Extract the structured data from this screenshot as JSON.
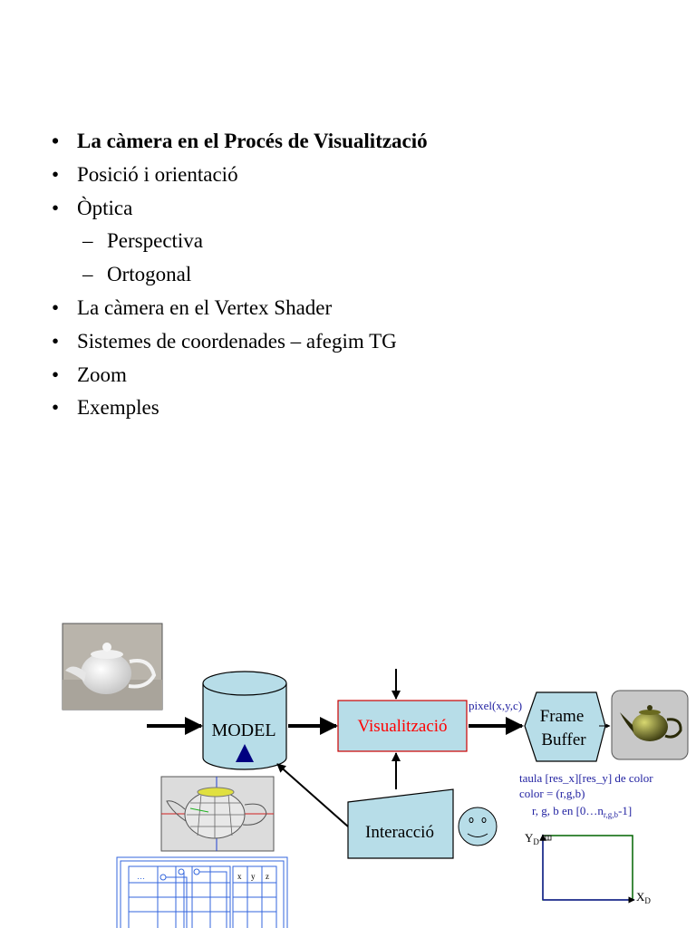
{
  "bullets": [
    {
      "text": "La càmera en el Procés de Visualització",
      "level": 1,
      "bold": true
    },
    {
      "text": "Posició i orientació",
      "level": 1,
      "bold": false
    },
    {
      "text": "Òptica",
      "level": 1,
      "bold": false
    },
    {
      "text": "Perspectiva",
      "level": 2,
      "bold": false
    },
    {
      "text": "Ortogonal",
      "level": 2,
      "bold": false
    },
    {
      "text": "La càmera en el Vertex Shader",
      "level": 1,
      "bold": false
    },
    {
      "text": "Sistemes de coordenades – afegim TG",
      "level": 1,
      "bold": false
    },
    {
      "text": "Zoom",
      "level": 1,
      "bold": false
    },
    {
      "text": "Exemples",
      "level": 1,
      "bold": false
    }
  ],
  "diagram": {
    "model_label": "MODEL",
    "visualitzacio_label": "Visualització",
    "interaccio_label": "Interacció",
    "frame_buffer_line1": "Frame",
    "frame_buffer_line2": "Buffer",
    "pixel_label": "pixel(x,y,c)",
    "table_line1": "taula [res_x][res_y] de color",
    "table_line2": "color = (r,g,b)",
    "table_line3_prefix": "r, g, b en [0…n",
    "table_line3_sub": "r,g,b",
    "table_line3_suffix": "-1]",
    "axis_y_label": "Y",
    "axis_y_sub": "D",
    "axis_x_label": "X",
    "axis_x_sub": "D",
    "grid_dots": "…",
    "grid_col_x": "x",
    "grid_col_y": "y",
    "grid_col_z": "z"
  },
  "colors": {
    "box_fill": "#b7dde8",
    "visualitzacio_text": "#ff0000",
    "visualitzacio_border": "#cc0000",
    "annotation_blue": "#1f1fa0",
    "axes_green": "#006400",
    "grid_blue": "#3366dd"
  }
}
